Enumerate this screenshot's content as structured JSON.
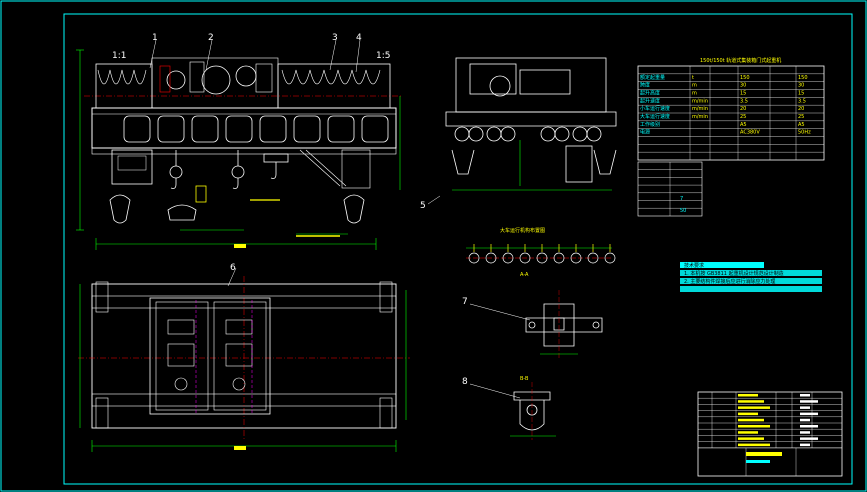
{
  "drawing": {
    "callouts": [
      "1",
      "2",
      "3",
      "4",
      "5",
      "6",
      "7",
      "8"
    ],
    "side_labels": [
      "1:1",
      "1:5"
    ],
    "table_title": "150t/150t 轨道式集装箱门式起重机",
    "params_rows": [
      [
        "额定起重量",
        "t",
        "150",
        "150"
      ],
      [
        "跨度",
        "m",
        "30",
        "30"
      ],
      [
        "起升高度",
        "m",
        "15",
        "15"
      ],
      [
        "起升速度",
        "m/min",
        "3.5",
        "3.5"
      ],
      [
        "小车运行速度",
        "m/min",
        "20",
        "20"
      ],
      [
        "大车运行速度",
        "m/min",
        "25",
        "25"
      ],
      [
        "工作级别",
        "",
        "A5",
        "A5"
      ],
      [
        "电源",
        "",
        "AC380V",
        "50Hz"
      ]
    ],
    "misc_values": [
      "7",
      "50"
    ],
    "note_lines": [
      "技术要求",
      "1. 本机按 GB3811 起重机设计规范设计制造",
      "2. 主要结构件焊接后应进行消除应力处理"
    ],
    "section_titles": [
      "大车运行机构布置图",
      "A-A",
      "B-B"
    ],
    "title_block_rows": 9
  },
  "colors": {
    "frame": "#00ffff",
    "structure": "#ffffff",
    "dimension": "#00ff00",
    "accent": "#ffff00",
    "center": "#ff0000",
    "hidden": "#ff00ff"
  }
}
